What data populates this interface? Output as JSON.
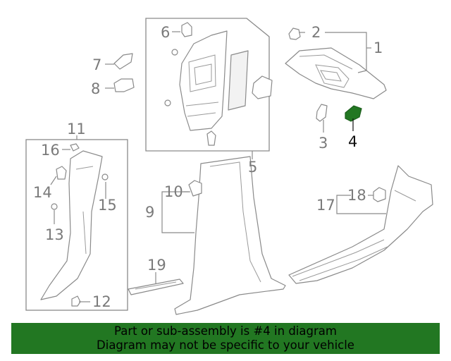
{
  "callouts": {
    "c1": "1",
    "c2": "2",
    "c3": "3",
    "c4": "4",
    "c5": "5",
    "c6": "6",
    "c7": "7",
    "c8": "8",
    "c9": "9",
    "c10": "10",
    "c11": "11",
    "c12": "12",
    "c13": "13",
    "c14": "14",
    "c15": "15",
    "c16": "16",
    "c17": "17",
    "c18": "18",
    "c19": "19"
  },
  "highlighted_part": "4",
  "colors": {
    "highlight": "#227722",
    "banner": "#227722",
    "line": "#8a8a8a"
  },
  "banner": {
    "line1": "Part or sub-assembly is #4 in diagram",
    "line2": "Diagram may not be specific to your vehicle"
  }
}
